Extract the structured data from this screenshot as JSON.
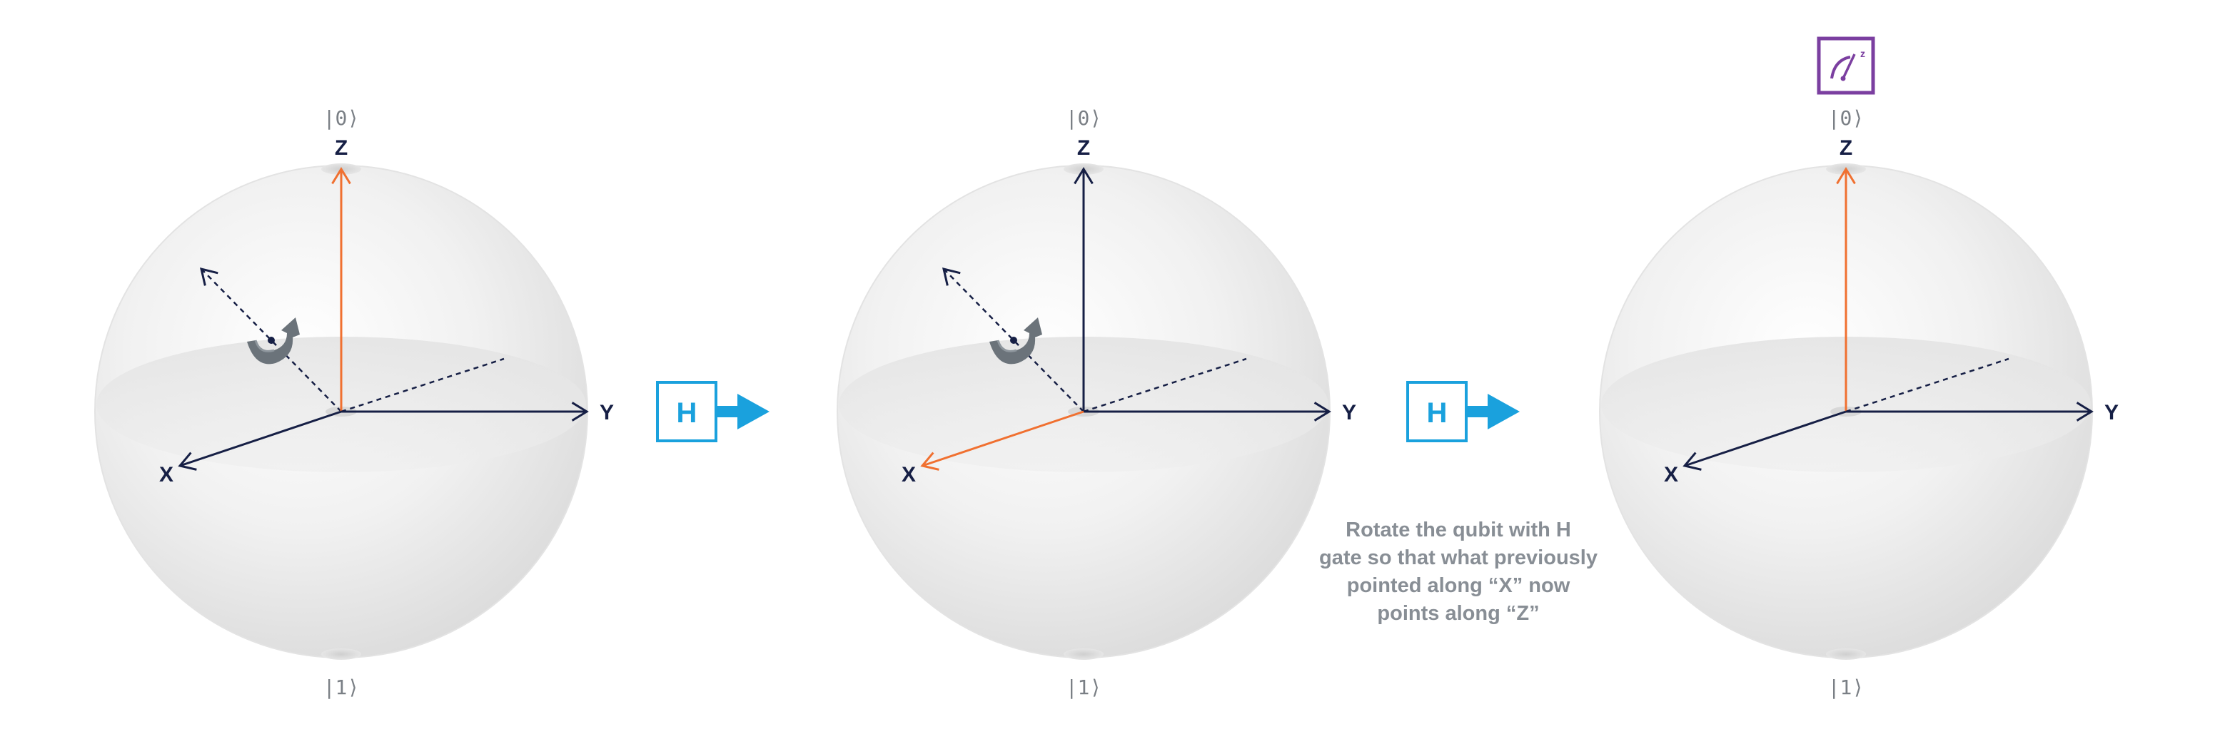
{
  "spheres": [
    {
      "top_label": "|0⟩",
      "bottom_label": "|1⟩",
      "z_label": "Z",
      "y_label": "Y",
      "x_label": "X",
      "z_color": "#f07030",
      "x_color": "#161f45",
      "has_rotation": true,
      "has_measure": false
    },
    {
      "top_label": "|0⟩",
      "bottom_label": "|1⟩",
      "z_label": "Z",
      "y_label": "Y",
      "x_label": "X",
      "z_color": "#161f45",
      "x_color": "#f07030",
      "has_rotation": true,
      "has_measure": false
    },
    {
      "top_label": "|0⟩",
      "bottom_label": "|1⟩",
      "z_label": "Z",
      "y_label": "Y",
      "x_label": "X",
      "z_color": "#f07030",
      "x_color": "#161f45",
      "has_rotation": false,
      "has_measure": true
    }
  ],
  "gates": [
    {
      "label": "H"
    },
    {
      "label": "H"
    }
  ],
  "caption": {
    "lines": [
      "Rotate the qubit with H",
      "gate so that what previously",
      "pointed along “X” now",
      "points along “Z”"
    ]
  },
  "colors": {
    "axis": "#161f45",
    "orange": "#f07030",
    "gate": "#1aa1dd",
    "measure": "#7b3fa0",
    "caption": "#888e95",
    "ket": "#7a7f85"
  },
  "icons": {
    "rotation": "rotation-arrow-icon",
    "measure": "measurement-gauge-icon",
    "gate_arrow": "right-arrow-icon"
  }
}
